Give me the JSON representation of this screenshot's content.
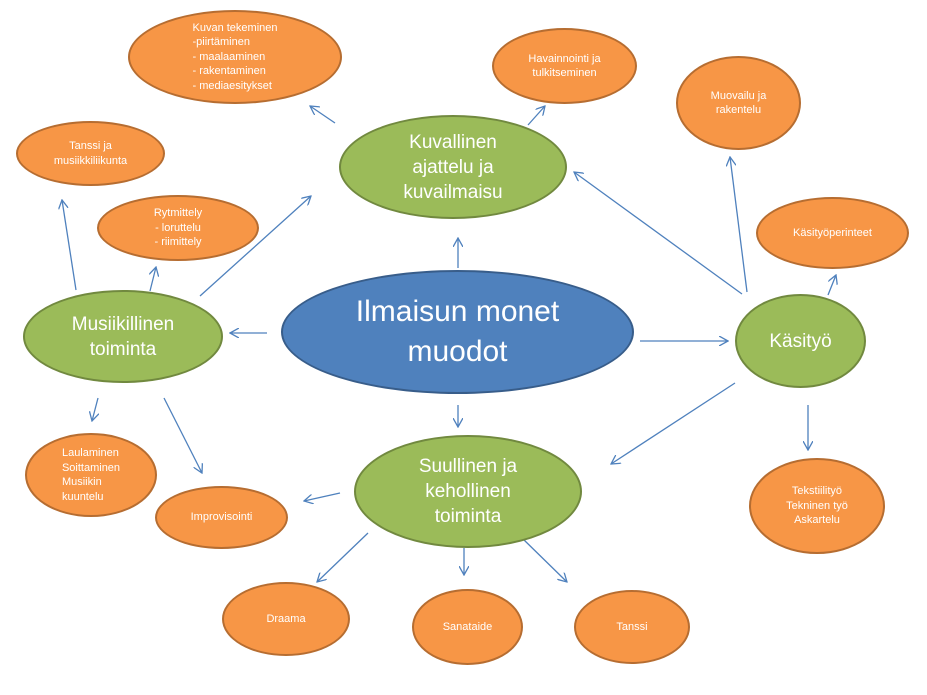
{
  "center": {
    "label": "Ilmaisun monet\nmuodot"
  },
  "main_nodes": {
    "kuvallinen": "Kuvallinen\najattelu ja\nkuvailmaisu",
    "musiikillinen": "Musiikillinen\ntoiminta",
    "kasityo": "Käsityö",
    "suullinen": "Suullinen ja\nkehollinen\ntoiminta"
  },
  "leaf_nodes": {
    "kuvan_tekeminen": "Kuvan tekeminen\n-piirtäminen\n- maalaaminen\n- rakentaminen\n- mediaesitykset",
    "havainnointi": "Havainnointi ja\ntulkitseminen",
    "muovailu": "Muovailu ja\nrakentelu",
    "kasityoperinteet": "Käsityöperinteet",
    "tekstiilityo": "Tekstiilityö\nTekninen työ\nAskartelu",
    "tanssi_ja_musiikkiliikunta": "Tanssi ja\nmusiikkiliikunta",
    "rytmittely": "Rytmittely\n- loruttelu\n- riimittely",
    "laulaminen": "Laulaminen\nSoittaminen\nMusiikin\nkuuntelu",
    "improvisointi": "Improvisointi",
    "draama": "Draama",
    "sanataide": "Sanataide",
    "tanssi": "Tanssi"
  },
  "colors": {
    "center_fill": "#4f81bd",
    "main_fill": "#9bbb59",
    "leaf_fill": "#f79646",
    "arrow": "#4f81bd"
  }
}
